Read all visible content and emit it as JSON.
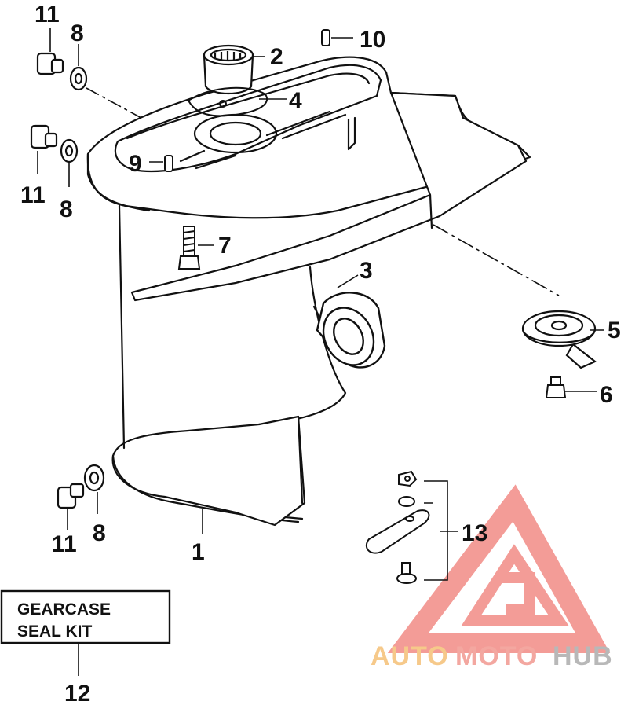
{
  "callouts": {
    "c1": "1",
    "c2": "2",
    "c3": "3",
    "c4": "4",
    "c5": "5",
    "c6": "6",
    "c7": "7",
    "c8a": "8",
    "c8b": "8",
    "c8c": "8",
    "c9": "9",
    "c10": "10",
    "c11a": "11",
    "c11b": "11",
    "c11c": "11",
    "c12": "12",
    "c13": "13"
  },
  "kit_box": {
    "line1": "GEARCASE",
    "line2": "SEAL KIT"
  },
  "watermark": {
    "part1": "AUTO",
    "part2": "MOTO",
    "part3": "HUB",
    "colors": {
      "auto": "#f6c98a",
      "moto": "#f3a7a0",
      "hub": "#b8b8b8",
      "triangle": "#f28b86"
    }
  },
  "colors": {
    "line": "#111111",
    "paper": "#ffffff"
  }
}
